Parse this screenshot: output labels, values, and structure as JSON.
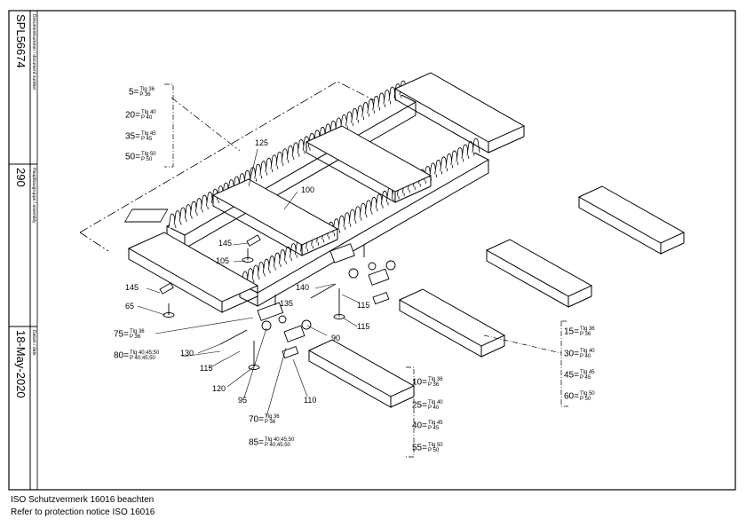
{
  "title_block": {
    "document_number_label": "Dokumentnummer / document number",
    "document_number": "SPL56674",
    "assembly_label": "Hauptbaugruppe / assembly",
    "assembly": "290",
    "date_label": "Datum / date",
    "date": "18-May-2020"
  },
  "part_callouts": [
    "125",
    "100",
    "145",
    "105",
    "140",
    "135",
    "115",
    "115",
    "145",
    "65",
    "75",
    "90",
    "130",
    "80",
    "115",
    "120",
    "95",
    "110",
    "70",
    "85"
  ],
  "variant_groups": [
    {
      "name": "top-left",
      "items": [
        {
          "num": "5=",
          "tlg": "Tlg 36",
          "p": "P 36"
        },
        {
          "num": "20=",
          "tlg": "Tlg 40",
          "p": "P 40"
        },
        {
          "num": "35=",
          "tlg": "Tlg 45",
          "p": "P 45"
        },
        {
          "num": "50=",
          "tlg": "Tlg 50",
          "p": "P 50"
        }
      ]
    },
    {
      "name": "bottom-middle",
      "items": [
        {
          "num": "10=",
          "tlg": "Tlg 36",
          "p": "P 36"
        },
        {
          "num": "25=",
          "tlg": "Tlg 40",
          "p": "P 40"
        },
        {
          "num": "40=",
          "tlg": "Tlg 45",
          "p": "P 45"
        },
        {
          "num": "55=",
          "tlg": "Tlg 50",
          "p": "P 50"
        }
      ]
    },
    {
      "name": "right",
      "items": [
        {
          "num": "15=",
          "tlg": "Tlg 36",
          "p": "P 36"
        },
        {
          "num": "30=",
          "tlg": "Tlg 40",
          "p": "P 40"
        },
        {
          "num": "45=",
          "tlg": "Tlg 45",
          "p": "P 45"
        },
        {
          "num": "60=",
          "tlg": "Tlg 50",
          "p": "P 50"
        }
      ]
    },
    {
      "name": "left-middle",
      "items": [
        {
          "num": "75=",
          "tlg": "Tlg 36",
          "p": "P 36"
        },
        {
          "num": "80=",
          "tlg": "Tlg 40;45;50",
          "p": "P 40;45;50"
        }
      ]
    },
    {
      "name": "center-bottom",
      "items": [
        {
          "num": "70=",
          "tlg": "Tlg 36",
          "p": "P 36"
        },
        {
          "num": "85=",
          "tlg": "Tlg 40;45;50",
          "p": "P 40;45;50"
        }
      ]
    }
  ],
  "footer": {
    "line1": "ISO Schutzvermerk 16016 beachten",
    "line2": "Refer to protection notice ISO 16016"
  }
}
